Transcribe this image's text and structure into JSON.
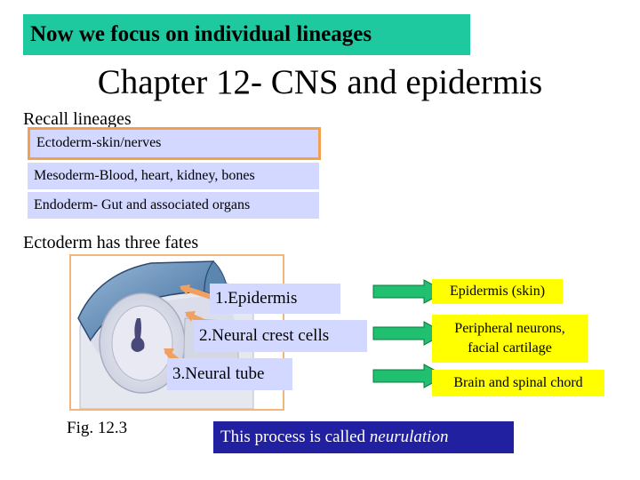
{
  "banner": {
    "text": "Now we focus on individual lineages"
  },
  "title": "Chapter 12- CNS and epidermis",
  "recall_label": "Recall lineages",
  "lineages": [
    "Ectoderm-skin/nerves",
    "Mesoderm-Blood, heart, kidney, bones",
    "Endoderm- Gut  and associated organs"
  ],
  "fates_label": "Ectoderm has three fates",
  "callouts": [
    "1.Epidermis",
    "2.Neural crest cells",
    "3.Neural tube"
  ],
  "fates": [
    {
      "line1": "Epidermis (skin)",
      "line2": ""
    },
    {
      "line1": "Peripheral neurons,",
      "line2": "facial cartilage"
    },
    {
      "line1": "Brain and spinal chord",
      "line2": ""
    }
  ],
  "figure_label": "Fig. 12.3",
  "process": {
    "text": "This process is called ",
    "emphasis": "neurulation"
  },
  "colors": {
    "banner": "#1fc9a0",
    "lineage_box": "#d2d8ff",
    "highlight_border": "#f0a050",
    "fate_box": "#ffff00",
    "arrow": "#20c070",
    "process_box": "#2020a0"
  },
  "icons": [
    "neural-tube-illustration",
    "green-right-arrow",
    "orange-pointer-arrow"
  ]
}
